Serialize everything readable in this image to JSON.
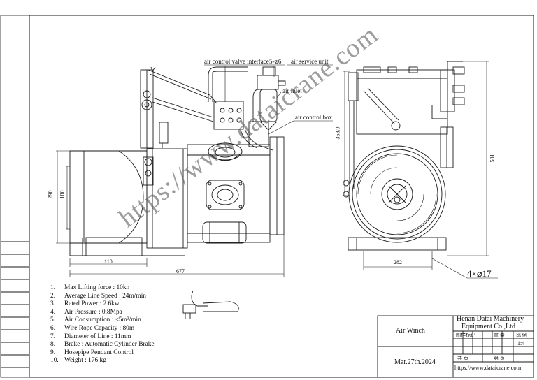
{
  "callouts": {
    "valve_interface": "air control valve interface",
    "valve_spec": "5-⌀6",
    "service_unit": "air service unit",
    "air_inlet": "air inlet",
    "control_box": "air control box"
  },
  "dimensions": {
    "dim_290": "290",
    "dim_180": "180",
    "dim_110": "110",
    "dim_677": "677",
    "dim_368": "368.9",
    "dim_581": "581",
    "dim_282": "282",
    "holes": "4×⌀17"
  },
  "specs": [
    {
      "num": "1.",
      "text": "Max Lifting force : 10kn"
    },
    {
      "num": "2.",
      "text": "Average Line Speed : 24m/min"
    },
    {
      "num": "3.",
      "text": "Rated Power : 2.6kw"
    },
    {
      "num": "4.",
      "text": "Air Pressure : 0.8Mpa"
    },
    {
      "num": "5.",
      "text": "Air Consumption : ≤5m³/min"
    },
    {
      "num": "6.",
      "text": "Wire Rope Capacity : 80m"
    },
    {
      "num": "7.",
      "text": "Diameter of Line : 11mm"
    },
    {
      "num": "8.",
      "text": "Brake : Automatic Cylinder Brake"
    },
    {
      "num": "9.",
      "text": "Hosepipe Pendant Control"
    },
    {
      "num": "10.",
      "text": "Weight : 176 kg"
    }
  ],
  "title_block": {
    "product": "Air Winch",
    "company_line1": "Henan Datai Machinery",
    "company_line2": "Equipment Co.,Ltd",
    "hdr_mark": "图样标记",
    "hdr_weight": "重 量",
    "hdr_scale": "比 例",
    "scale": "1:4",
    "sheet_total": "共 页",
    "sheet_num": "第 页",
    "date": "Mar.27th.2024",
    "website": "https://www.dataicrane.com"
  },
  "watermark": "https://www.dataicrane.com"
}
